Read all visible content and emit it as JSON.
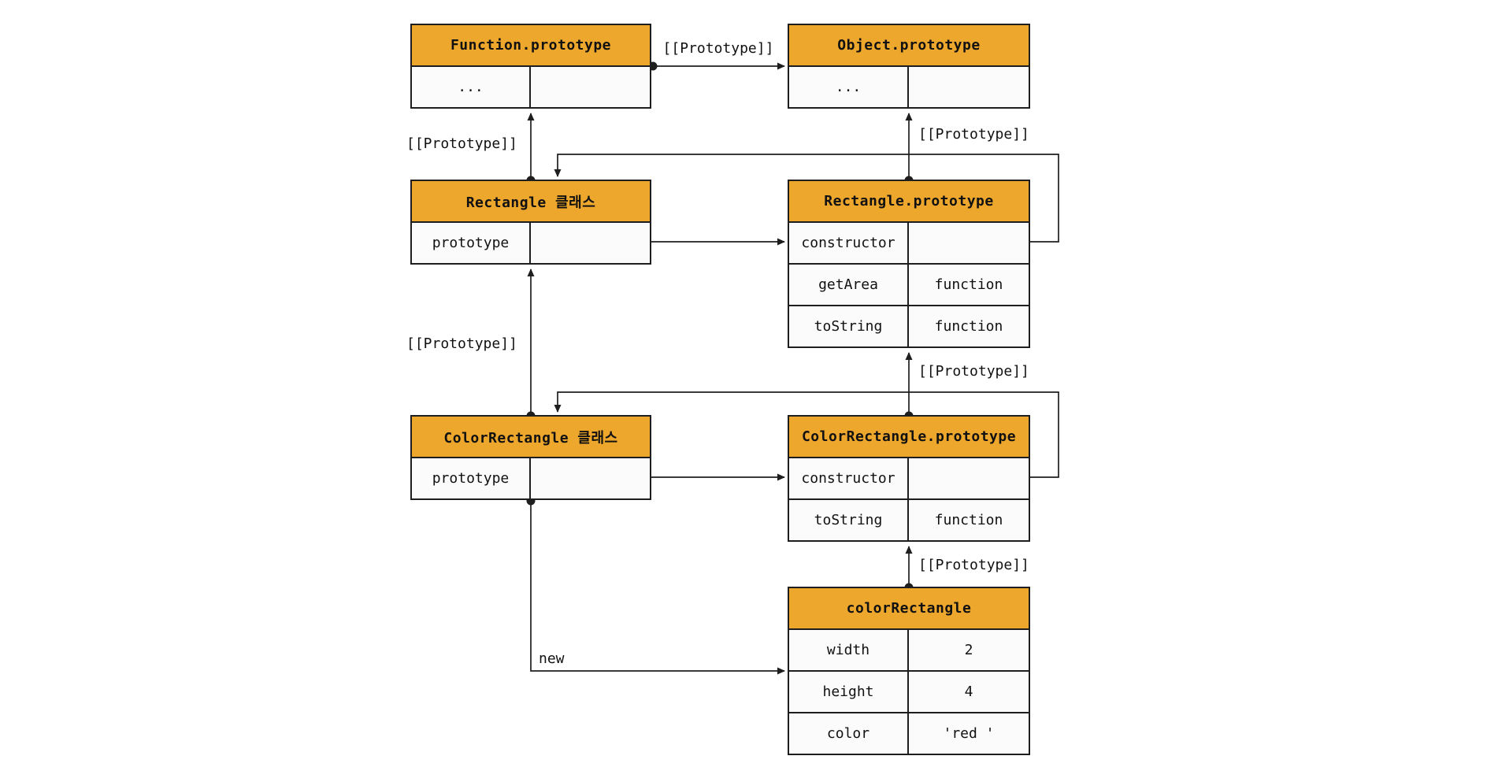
{
  "diagram": {
    "description": "JavaScript prototype chain diagram for Rectangle / ColorRectangle classes",
    "colors": {
      "header_bg": "#EDA72C",
      "cell_bg": "#FBFBFB",
      "border": "#1E1E1E",
      "text": "#111111"
    },
    "labels": {
      "prototype": "[[Prototype]]",
      "new": "new"
    },
    "boxes": {
      "function_prototype": {
        "title": "Function.prototype",
        "rows": [
          {
            "key": "...",
            "value": ""
          }
        ]
      },
      "object_prototype": {
        "title": "Object.prototype",
        "rows": [
          {
            "key": "...",
            "value": ""
          }
        ]
      },
      "rectangle_class": {
        "title": "Rectangle 클래스",
        "rows": [
          {
            "key": "prototype",
            "value": ""
          }
        ]
      },
      "rectangle_prototype": {
        "title": "Rectangle.prototype",
        "rows": [
          {
            "key": "constructor",
            "value": ""
          },
          {
            "key": "getArea",
            "value": "function"
          },
          {
            "key": "toString",
            "value": "function"
          }
        ]
      },
      "colorrectangle_class": {
        "title": "ColorRectangle 클래스",
        "rows": [
          {
            "key": "prototype",
            "value": ""
          }
        ]
      },
      "colorrectangle_prototype": {
        "title": "ColorRectangle.prototype",
        "rows": [
          {
            "key": "constructor",
            "value": ""
          },
          {
            "key": "toString",
            "value": "function"
          }
        ]
      },
      "colorrectangle_instance": {
        "title": "colorRectangle",
        "rows": [
          {
            "key": "width",
            "value": "2"
          },
          {
            "key": "height",
            "value": "4"
          },
          {
            "key": "color",
            "value": "'red '"
          }
        ]
      }
    },
    "edges": [
      {
        "from": "Function.prototype",
        "to": "Object.prototype",
        "label": "[[Prototype]]"
      },
      {
        "from": "Rectangle 클래스",
        "to": "Function.prototype",
        "label": "[[Prototype]]"
      },
      {
        "from": "Rectangle.prototype",
        "to": "Object.prototype",
        "label": "[[Prototype]]"
      },
      {
        "from": "Rectangle 클래스 prototype",
        "to": "Rectangle.prototype constructor",
        "label": ""
      },
      {
        "from": "Rectangle.prototype constructor",
        "to": "Rectangle 클래스",
        "label": ""
      },
      {
        "from": "ColorRectangle 클래스",
        "to": "Rectangle 클래스",
        "label": "[[Prototype]]"
      },
      {
        "from": "ColorRectangle.prototype",
        "to": "Rectangle.prototype",
        "label": "[[Prototype]]"
      },
      {
        "from": "ColorRectangle 클래스 prototype",
        "to": "ColorRectangle.prototype constructor",
        "label": ""
      },
      {
        "from": "ColorRectangle.prototype constructor",
        "to": "ColorRectangle 클래스",
        "label": ""
      },
      {
        "from": "colorRectangle",
        "to": "ColorRectangle.prototype",
        "label": "[[Prototype]]"
      },
      {
        "from": "ColorRectangle 클래스",
        "to": "colorRectangle",
        "label": "new"
      }
    ]
  }
}
